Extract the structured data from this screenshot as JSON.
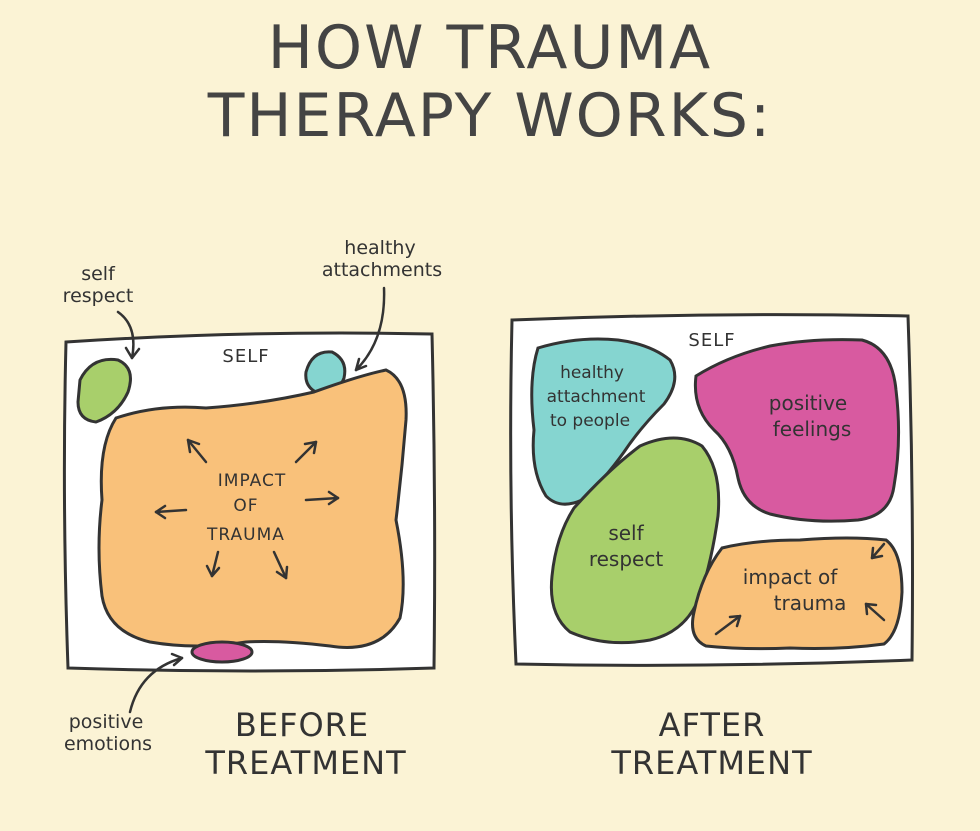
{
  "title": {
    "line1": "HOW TRAUMA",
    "line2": "THERAPY WORKS:"
  },
  "before": {
    "box_label": "SELF",
    "center_label": [
      "IMPACT",
      "OF",
      "TRAUMA"
    ],
    "callouts": {
      "self_respect": [
        "self",
        "respect"
      ],
      "healthy_attachments": [
        "healthy",
        "attachments"
      ],
      "positive_emotions": [
        "positive",
        "emotions"
      ]
    },
    "caption": [
      "BEFORE",
      "TREATMENT"
    ]
  },
  "after": {
    "box_label": "SELF",
    "regions": {
      "healthy_attachment": [
        "healthy",
        "attachment",
        "to people"
      ],
      "positive_feelings": [
        "positive",
        "feelings"
      ],
      "self_respect": [
        "self",
        "respect"
      ],
      "impact_of_trauma": [
        "impact of",
        "trauma"
      ]
    },
    "caption": [
      "AFTER",
      "TREATMENT"
    ]
  },
  "colors": {
    "background": "#fbf3d5",
    "orange": "#f9c17a",
    "green": "#a8cf6b",
    "teal": "#85d5d0",
    "magenta": "#d85aa0",
    "ink": "#333333"
  }
}
